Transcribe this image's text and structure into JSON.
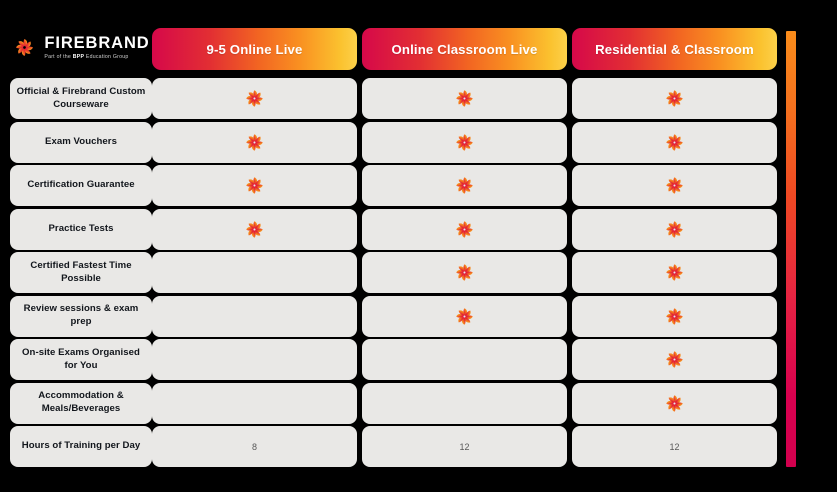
{
  "brand": {
    "name": "FIREBRAND",
    "tagline_pre": "Part of the ",
    "tagline_bold": "BPP",
    "tagline_post": " Education Group",
    "mark": "firebrand-pinwheel-icon"
  },
  "colors": {
    "background": "#000000",
    "cell": "#e9e8e6",
    "label_text": "#12161c",
    "header_text": "#ffffff",
    "gradient_start": "#d6084a",
    "gradient_mid": "#f26522",
    "gradient_end": "#fcd14a",
    "accent_bar_top": "#fa8c1a",
    "accent_bar_bottom": "#d2004e"
  },
  "table": {
    "columns": [
      {
        "label": "9-5 Online Live"
      },
      {
        "label": "Online Classroom Live"
      },
      {
        "label": "Residential & Classroom"
      }
    ],
    "rows": [
      {
        "label": "Official & Firebrand Custom Courseware",
        "cells": [
          {
            "type": "tick",
            "value": "firebrand-pinwheel-icon"
          },
          {
            "type": "tick",
            "value": "firebrand-pinwheel-icon"
          },
          {
            "type": "tick",
            "value": "firebrand-pinwheel-icon"
          }
        ]
      },
      {
        "label": "Exam Vouchers",
        "cells": [
          {
            "type": "tick",
            "value": "firebrand-pinwheel-icon"
          },
          {
            "type": "tick",
            "value": "firebrand-pinwheel-icon"
          },
          {
            "type": "tick",
            "value": "firebrand-pinwheel-icon"
          }
        ]
      },
      {
        "label": "Certification Guarantee",
        "cells": [
          {
            "type": "tick",
            "value": "firebrand-pinwheel-icon"
          },
          {
            "type": "tick",
            "value": "firebrand-pinwheel-icon"
          },
          {
            "type": "tick",
            "value": "firebrand-pinwheel-icon"
          }
        ]
      },
      {
        "label": "Practice Tests",
        "cells": [
          {
            "type": "tick",
            "value": "firebrand-pinwheel-icon"
          },
          {
            "type": "tick",
            "value": "firebrand-pinwheel-icon"
          },
          {
            "type": "tick",
            "value": "firebrand-pinwheel-icon"
          }
        ]
      },
      {
        "label": "Certified Fastest Time Possible",
        "cells": [
          {
            "type": "empty",
            "value": ""
          },
          {
            "type": "tick",
            "value": "firebrand-pinwheel-icon"
          },
          {
            "type": "tick",
            "value": "firebrand-pinwheel-icon"
          }
        ]
      },
      {
        "label": "Review sessions & exam prep",
        "cells": [
          {
            "type": "empty",
            "value": ""
          },
          {
            "type": "tick",
            "value": "firebrand-pinwheel-icon"
          },
          {
            "type": "tick",
            "value": "firebrand-pinwheel-icon"
          }
        ]
      },
      {
        "label": "On-site Exams Organised for You",
        "cells": [
          {
            "type": "empty",
            "value": ""
          },
          {
            "type": "empty",
            "value": ""
          },
          {
            "type": "tick",
            "value": "firebrand-pinwheel-icon"
          }
        ]
      },
      {
        "label": "Accommodation & Meals/Beverages",
        "cells": [
          {
            "type": "empty",
            "value": ""
          },
          {
            "type": "empty",
            "value": ""
          },
          {
            "type": "tick",
            "value": "firebrand-pinwheel-icon"
          }
        ]
      },
      {
        "label": "Hours of Training per Day",
        "cells": [
          {
            "type": "text",
            "value": "8"
          },
          {
            "type": "text",
            "value": "12"
          },
          {
            "type": "text",
            "value": "12"
          }
        ]
      }
    ]
  }
}
